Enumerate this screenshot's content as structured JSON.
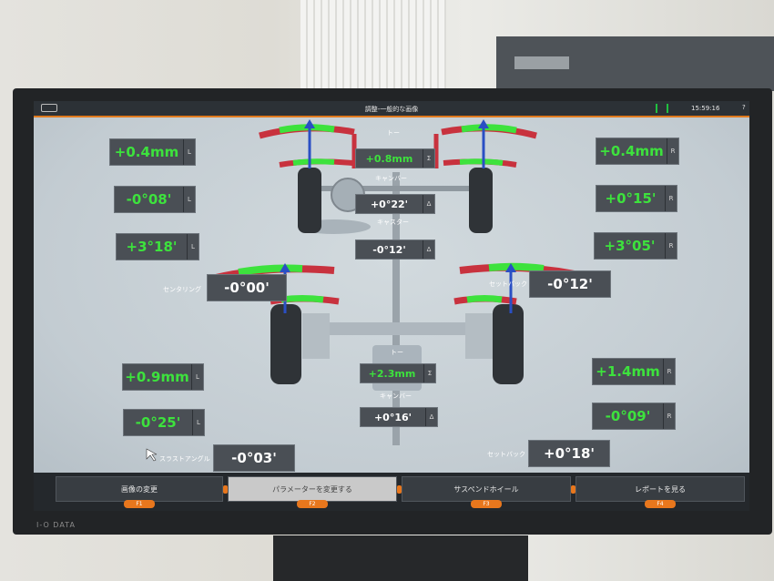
{
  "window": {
    "title": "調整-一般的な画像",
    "clock": "15:59:16",
    "help": "?"
  },
  "monitor": {
    "brand": "I-O DATA"
  },
  "front": {
    "toe_label": "トー",
    "camber_label": "キャンバー",
    "caster_label": "キャスター",
    "left": {
      "toe": "+0.4mm",
      "camber": "-0°08'",
      "caster": "+3°18'",
      "unit": "L"
    },
    "right": {
      "toe": "+0.4mm",
      "camber": "+0°15'",
      "caster": "+3°05'",
      "unit": "R"
    },
    "total_toe": "+0.8mm",
    "camber_diff": "+0°22'",
    "caster_diff": "-0°12'",
    "centering_label": "センタリング",
    "centering": "-0°00'",
    "setback_label": "セットバック",
    "setback": "-0°12'",
    "sum_symbol": "Σ",
    "delta_symbol": "Δ"
  },
  "rear": {
    "toe_label": "トー",
    "camber_label": "キャンバー",
    "left": {
      "toe": "+0.9mm",
      "camber": "-0°25'",
      "unit": "L"
    },
    "right": {
      "toe": "+1.4mm",
      "camber": "-0°09'",
      "unit": "R"
    },
    "total_toe": "+2.3mm",
    "camber_diff": "+0°16'",
    "thrust_label": "スラストアングル",
    "thrust": "-0°03'",
    "setback_label": "セットバック",
    "setback": "+0°18'"
  },
  "toolbar": {
    "f1": {
      "label": "画像の変更",
      "key": "F1"
    },
    "f2": {
      "label": "パラメーターを変更する",
      "key": "F2"
    },
    "f3": {
      "label": "サスペンドホイール",
      "key": "F3"
    },
    "f4": {
      "label": "レポートを見る",
      "key": "F4"
    }
  },
  "colors": {
    "good": "#3de23d",
    "bad": "#c8323e",
    "accent": "#e8771d",
    "arrow": "#2a4fc4"
  },
  "icons": [
    "app-logo-icon",
    "lift-status-icon",
    "cursor-icon"
  ]
}
